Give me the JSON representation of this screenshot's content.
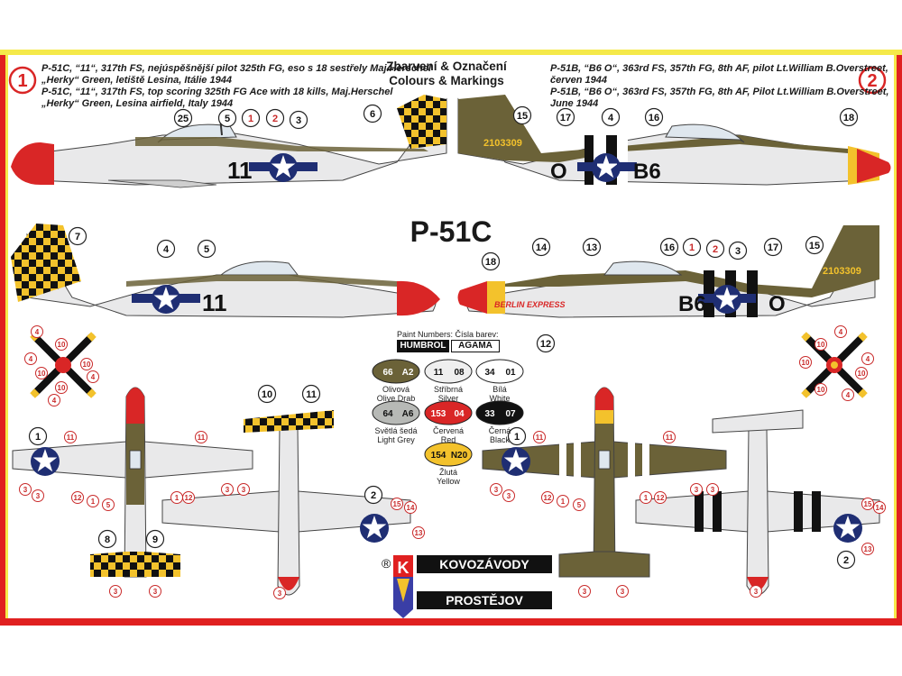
{
  "header": {
    "title_cz": "Zbarvení & Označení",
    "title_en": "Colours & Markings",
    "model_name": "P-51C"
  },
  "schemes": [
    {
      "number": "1",
      "lines": [
        "P-51C, “11“, 317th FS, nejúspěšnější pilot 325th FG, eso s 18 sestřely Maj.Herschel",
        "„Herky“ Green, letiště Lesina, Itálie 1944",
        "P-51C, “11“, 317th FS, top scoring 325th FG Ace with 18 kills, Maj.Herschel",
        "„Herky“ Green, Lesina airfield, Italy 1944"
      ],
      "code": "11"
    },
    {
      "number": "2",
      "lines": [
        "P-51B, “B6 O“, 363rd FS, 357th FG, 8th AF, pilot Lt.William B.Overstreet,",
        "červen 1944",
        "P-51B, “B6 O“, 363rd FS, 357th FG, 8th AF, Pilot Lt.William B.Overstreet,",
        "June 1944"
      ],
      "code_left": "B6",
      "code_right": "O",
      "serial": "2103309",
      "nose_art": "BERLIN EXPRESS"
    }
  ],
  "paints": {
    "header_label": "Paint Numbers: Čísla barev:",
    "brand_humbrol": "HUMBROL",
    "brand_agama": "AGAMA",
    "items": [
      {
        "humbrol": "66",
        "agama": "A2",
        "cz": "Olivová",
        "en": "Olive Drab",
        "color": "#6b6238"
      },
      {
        "humbrol": "11",
        "agama": "08",
        "cz": "Stříbrná",
        "en": "Silver",
        "color": "#efefef"
      },
      {
        "humbrol": "34",
        "agama": "01",
        "cz": "Bílá",
        "en": "White",
        "color": "#ffffff"
      },
      {
        "humbrol": "64",
        "agama": "A6",
        "cz": "Světlá šedá",
        "en": "Light Grey",
        "color": "#b7b9b6"
      },
      {
        "humbrol": "153",
        "agama": "04",
        "cz": "Červená",
        "en": "Red",
        "color": "#d92626"
      },
      {
        "humbrol": "33",
        "agama": "07",
        "cz": "Černá",
        "en": "Black",
        "color": "#111111"
      },
      {
        "humbrol": "154",
        "agama": "N20",
        "cz": "Žlutá",
        "en": "Yellow",
        "color": "#f3c22c"
      }
    ]
  },
  "logo": {
    "letter": "K",
    "registered": "®",
    "line1": "KOVOZÁVODY",
    "line2": "PROSTĚJOV"
  },
  "callouts": [
    "1",
    "2",
    "3",
    "4",
    "5",
    "6",
    "7",
    "8",
    "9",
    "10",
    "11",
    "12",
    "13",
    "14",
    "15",
    "16",
    "17",
    "18",
    "25"
  ],
  "colors": {
    "border_yellow": "#f5e94a",
    "border_red": "#e02020",
    "olive": "#6b6238",
    "silver": "#e9e9ea",
    "red": "#d92626",
    "yellow": "#f3c22c",
    "black": "#111111",
    "insignia_blue": "#1f2e73"
  }
}
